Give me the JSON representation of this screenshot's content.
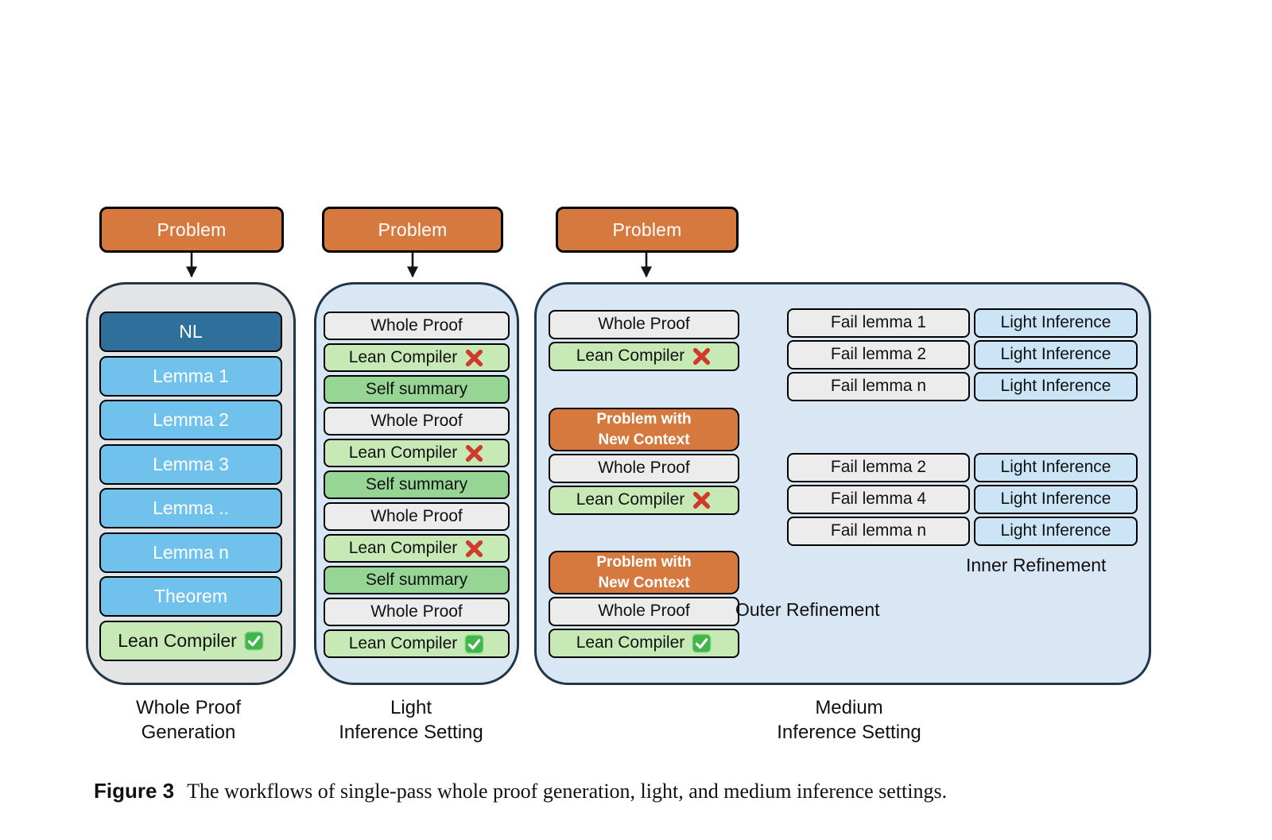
{
  "caption": {
    "label": "Figure 3",
    "text": "The workflows of single-pass whole proof generation, light, and medium inference settings."
  },
  "colors": {
    "orange": "#d6793f",
    "navy": "#2f6f9b",
    "lemma_blue": "#70c1ec",
    "panel_gray": "#e3e4e5",
    "panel_blue": "#d9e6f4",
    "panel_border": "#223649",
    "box_gray": "#ececec",
    "green_light": "#c7e9b5",
    "green_mid": "#96d593",
    "inference_blue": "#cbe4f6",
    "cross_red": "#cf3a2a",
    "check_green": "#43b64a",
    "line": "#141414"
  },
  "panels": [
    {
      "name": "whole-proof-generation",
      "problem": "Problem",
      "caption": [
        "Whole Proof",
        "Generation"
      ],
      "stack": [
        {
          "label": "NL",
          "style": "navy"
        },
        {
          "label": "Lemma 1",
          "style": "blue"
        },
        {
          "label": "Lemma 2",
          "style": "blue"
        },
        {
          "label": "Lemma 3",
          "style": "blue"
        },
        {
          "label": "Lemma ..",
          "style": "blue"
        },
        {
          "label": "Lemma n",
          "style": "blue"
        },
        {
          "label": "Theorem",
          "style": "blue"
        },
        {
          "label": "Lean Compiler",
          "style": "green-light",
          "icon": "check"
        }
      ]
    },
    {
      "name": "light-inference-setting",
      "problem": "Problem",
      "caption": [
        "Light",
        "Inference Setting"
      ],
      "stack": [
        {
          "label": "Whole Proof",
          "style": "gray"
        },
        {
          "label": "Lean Compiler",
          "style": "green-light",
          "icon": "cross"
        },
        {
          "label": "Self summary",
          "style": "green-mid"
        },
        {
          "label": "Whole Proof",
          "style": "gray"
        },
        {
          "label": "Lean Compiler",
          "style": "green-light",
          "icon": "cross"
        },
        {
          "label": "Self summary",
          "style": "green-mid"
        },
        {
          "label": "Whole Proof",
          "style": "gray"
        },
        {
          "label": "Lean Compiler",
          "style": "green-light",
          "icon": "cross"
        },
        {
          "label": "Self summary",
          "style": "green-mid"
        },
        {
          "label": "Whole Proof",
          "style": "gray"
        },
        {
          "label": "Lean Compiler",
          "style": "green-light",
          "icon": "check"
        }
      ]
    },
    {
      "name": "medium-inference-setting",
      "problem": "Problem",
      "caption": [
        "Medium",
        "Inference Setting"
      ],
      "left_groups": [
        {
          "boxes": [
            {
              "label": "Whole Proof",
              "style": "gray"
            },
            {
              "label": "Lean Compiler",
              "style": "green-light",
              "icon": "cross"
            }
          ]
        },
        {
          "boxes": [
            {
              "label": [
                "Problem with",
                "New Context"
              ],
              "style": "orange"
            },
            {
              "label": "Whole Proof",
              "style": "gray"
            },
            {
              "label": "Lean Compiler",
              "style": "green-light",
              "icon": "cross"
            }
          ]
        },
        {
          "boxes": [
            {
              "label": [
                "Problem with",
                "New Context"
              ],
              "style": "orange"
            },
            {
              "label": "Whole Proof",
              "style": "gray"
            },
            {
              "label": "Lean Compiler",
              "style": "green-light",
              "icon": "check"
            }
          ]
        }
      ],
      "fail_groups": [
        {
          "rows": [
            {
              "fail": "Fail lemma 1",
              "inference": "Light Inference"
            },
            {
              "fail": "Fail lemma 2",
              "inference": "Light Inference"
            },
            {
              "fail": "Fail lemma n",
              "inference": "Light Inference"
            }
          ]
        },
        {
          "rows": [
            {
              "fail": "Fail lemma 2",
              "inference": "Light Inference"
            },
            {
              "fail": "Fail lemma 4",
              "inference": "Light Inference"
            },
            {
              "fail": "Fail lemma n",
              "inference": "Light Inference"
            }
          ]
        }
      ],
      "annotations": {
        "inner": "Inner Refinement",
        "outer": "Outer Refinement"
      }
    }
  ]
}
